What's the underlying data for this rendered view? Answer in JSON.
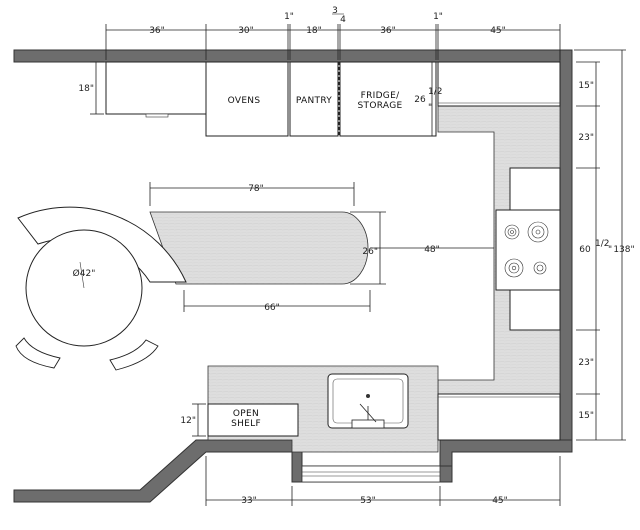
{
  "dimensions": {
    "top_36": "36\"",
    "top_30": "30\"",
    "top_1a": "1\"",
    "top_18": "18\"",
    "top_frac_num": "3",
    "top_frac_den": "4",
    "top_36b": "36\"",
    "top_1b": "1\"",
    "top_45": "45\"",
    "left_18": "18\"",
    "fridge_depth_whole": "26",
    "fridge_depth_frac": "1/2",
    "fridge_depth_unit": "\"",
    "right_15a": "15\"",
    "right_23a": "23\"",
    "right_60_whole": "60",
    "right_60_frac": "1/2",
    "right_60_unit": "\"",
    "right_138": "138\"",
    "right_23b": "23\"",
    "right_15b": "15\"",
    "island_78": "78\"",
    "island_26": "26\"",
    "aisle_48": "48\"",
    "island_66": "66\"",
    "table_dia": "Ø42\"",
    "shelf_12": "12\"",
    "bottom_33": "33\"",
    "bottom_53": "53\"",
    "bottom_45": "45\""
  },
  "labels": {
    "ovens": "OVENS",
    "pantry": "PANTRY",
    "fridge_line1": "FRIDGE/",
    "fridge_line2": "STORAGE",
    "shelf_line1": "OPEN",
    "shelf_line2": "SHELF"
  }
}
